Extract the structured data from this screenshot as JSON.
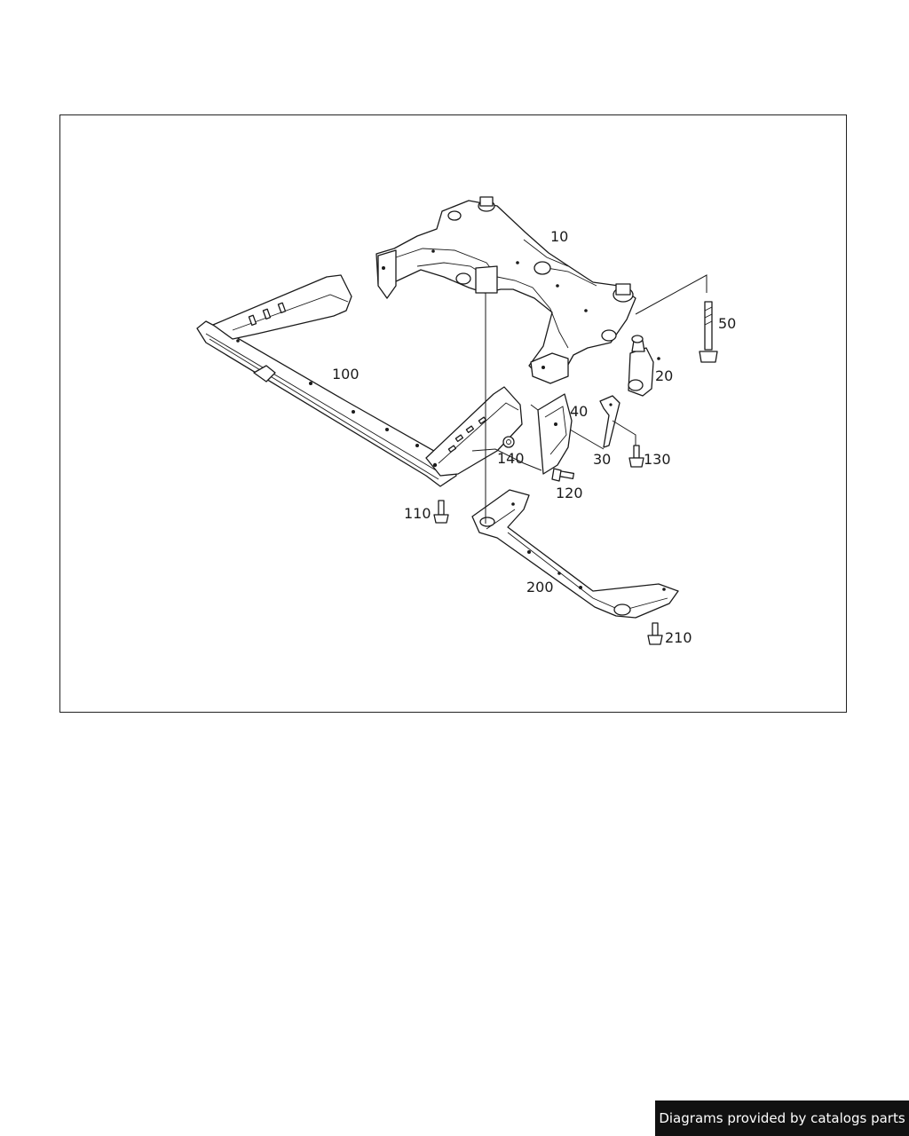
{
  "diagram": {
    "callouts": {
      "c10": "10",
      "c20": "20",
      "c30": "30",
      "c40": "40",
      "c50": "50",
      "c100": "100",
      "c110": "110",
      "c120": "120",
      "c130": "130",
      "c140": "140",
      "c200": "200",
      "c210": "210"
    }
  },
  "footer": {
    "watermark": "Diagrams provided by catalogs parts"
  },
  "colors": {
    "line": "#1a1a1a",
    "background": "#ffffff",
    "watermark_bg": "#111111",
    "watermark_text": "#ffffff"
  }
}
